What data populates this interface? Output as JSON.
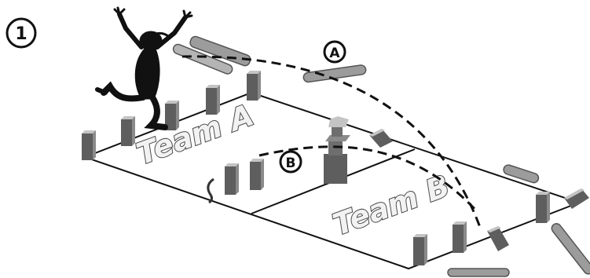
{
  "figure_number": "1",
  "markers": {
    "a": "A",
    "b": "B"
  },
  "board": {
    "team_a_label": "Team A",
    "team_b_label": "Team B"
  },
  "icons": {
    "figure": "running-person",
    "bowling_pin": "pin-icon",
    "pieces": "domino-block"
  },
  "colors": {
    "line": "#111111",
    "block_front": "#5e5e5e",
    "block_side": "#8a8a8a",
    "block_top": "#c4c4c4",
    "bar": "#9c9c9c",
    "background": "#ffffff"
  }
}
